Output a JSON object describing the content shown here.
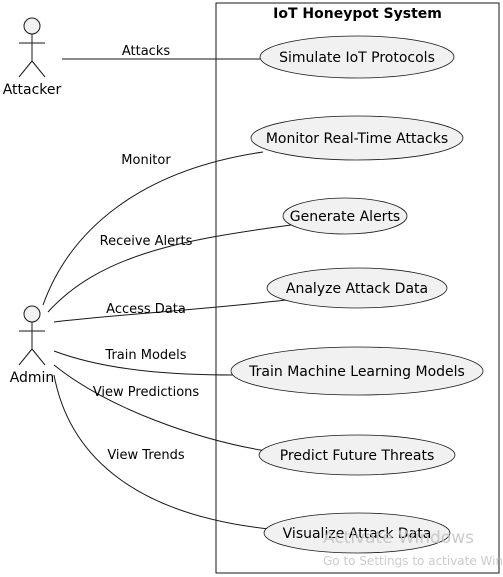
{
  "system": {
    "title": "IoT Honeypot System"
  },
  "actors": {
    "attacker": "Attacker",
    "admin": "Admin"
  },
  "use_cases": {
    "simulate": "Simulate IoT Protocols",
    "monitor": "Monitor Real-Time Attacks",
    "alerts": "Generate Alerts",
    "analyze": "Analyze Attack Data",
    "train": "Train Machine Learning Models",
    "predict": "Predict Future Threats",
    "visualize": "Visualize Attack Data"
  },
  "associations": {
    "attacks": "Attacks",
    "monitor": "Monitor",
    "receive_alerts": "Receive Alerts",
    "access_data": "Access Data",
    "train_models": "Train Models",
    "view_predictions": "View Predictions",
    "view_trends": "View Trends"
  },
  "watermark": {
    "title": "Activate Windows",
    "subtitle": "Go to Settings to activate Windows."
  }
}
